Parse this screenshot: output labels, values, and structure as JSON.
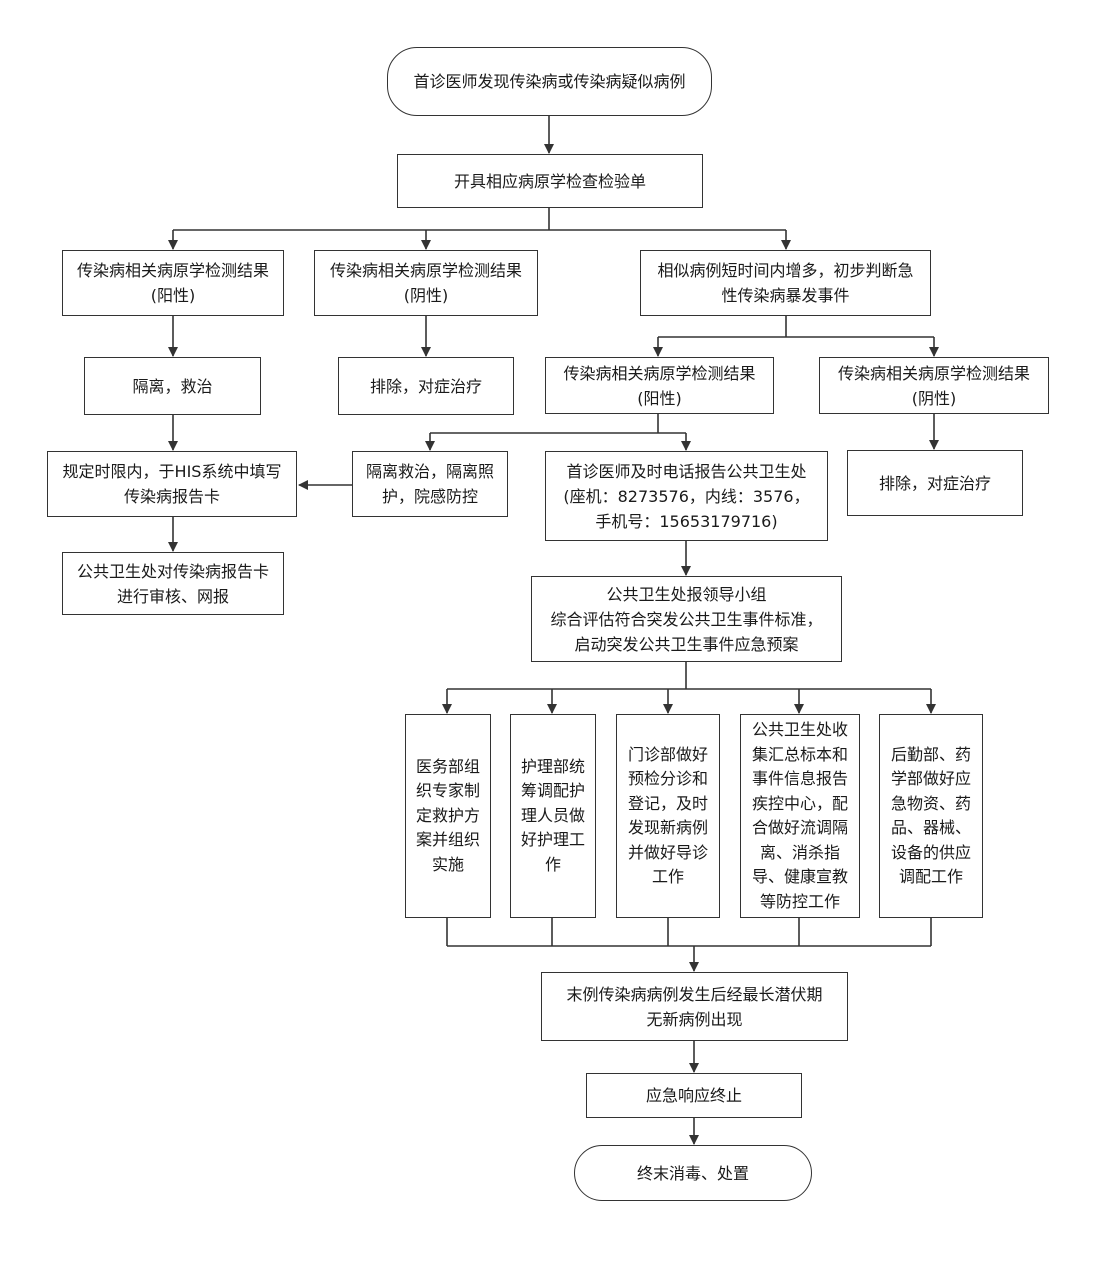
{
  "nodes": {
    "start": "首诊医师发现传染病或传染病疑似病例",
    "order_test": "开具相应病原学检查检验单",
    "result_pos_1": "传染病相关病原学检测结果\n(阳性)",
    "result_neg_1": "传染病相关病原学检测结果\n(阴性)",
    "outbreak": "相似病例短时间内增多，初步判断急\n性传染病暴发事件",
    "isolate_treat": "隔离，救治",
    "exclude_1": "排除，对症治疗",
    "result_pos_2": "传染病相关病原学检测结果\n(阳性)",
    "result_neg_2": "传染病相关病原学检测结果\n(阴性)",
    "report_card": "规定时限内，于HIS系统中填写\n传染病报告卡",
    "isolate_care": "隔离救治，隔离照\n护，院感防控",
    "phone_report": "首诊医师及时电话报告公共卫生处\n(座机：8273576，内线：3576，\n手机号：15653179716)",
    "exclude_2": "排除，对症治疗",
    "audit_report": "公共卫生处对传染病报告卡\n进行审核、网报",
    "leader_group": "公共卫生处报领导小组\n综合评估符合突发公共卫生事件标准，\n启动突发公共卫生事件应急预案",
    "dept_medical": "医务部组\n织专家制\n定救护方\n案并组织\n实施",
    "dept_nursing": "护理部统\n筹调配护\n理人员做\n好护理工\n作",
    "dept_outpatient": "门诊部做好\n预检分诊和\n登记，及时\n发现新病例\n并做好导诊\n工作",
    "dept_public_health": "公共卫生处收\n集汇总标本和\n事件信息报告\n疾控中心，配\n合做好流调隔\n离、消杀指\n导、健康宣教\n等防控工作",
    "dept_logistics": "后勤部、药\n学部做好应\n急物资、药\n品、器械、\n设备的供应\n调配工作",
    "incubation": "末例传染病病例发生后经最长潜伏期\n无新病例出现",
    "terminate": "应急响应终止",
    "end": "终末消毒、处置"
  },
  "colors": {
    "line": "#333333",
    "box_border": "#333333",
    "background": "#ffffff"
  }
}
